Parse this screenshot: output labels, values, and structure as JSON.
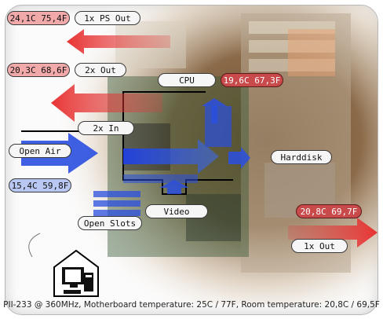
{
  "labels": {
    "temp_psu": "24,1C 75,4F",
    "ps_out": "1x PS Out",
    "temp_case_out": "20,3C 68,6F",
    "case_out": "2x Out",
    "cpu": "CPU",
    "temp_cpu": "19,6C 67,3F",
    "case_in": "2x In",
    "open_air": "Open Air",
    "harddisk": "Harddisk",
    "temp_intake": "15,4C 59,8F",
    "video": "Video",
    "open_slots": "Open Slots",
    "temp_rear": "20,8C 69,7F",
    "rear_out": "1x Out"
  },
  "caption": "PII-233 @ 360MHz, Motherboard temperature: 25C / 77F, Room temperature: 20,8C / 69,5F",
  "colors": {
    "hot_arrow": "#e23b3b",
    "cool_arrow": "#2a4fe0",
    "warm_label": "#f2a9a9",
    "cool_label": "#b9c8f2"
  },
  "icons": [
    "computer-house-icon"
  ]
}
